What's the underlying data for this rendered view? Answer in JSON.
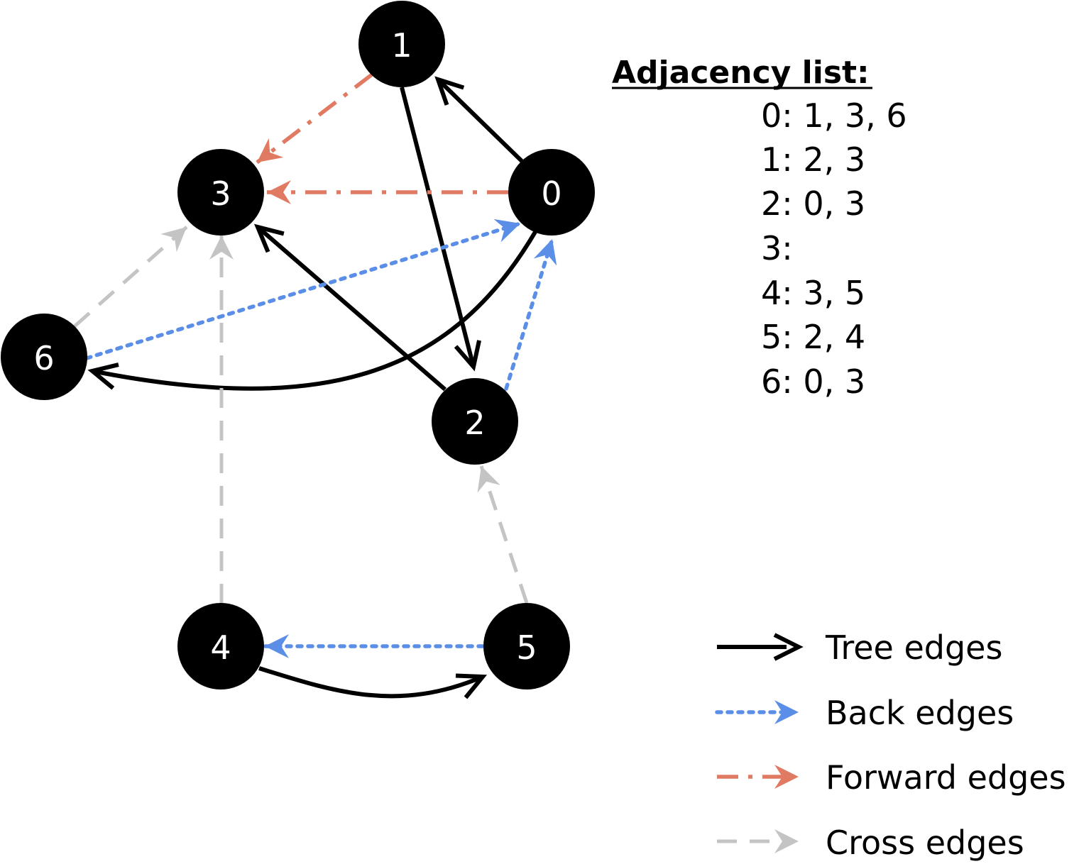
{
  "colors": {
    "tree": "#000000",
    "back": "#5b8ee6",
    "forward": "#e07a63",
    "cross": "#c4c4c4",
    "node_fill": "#000000",
    "node_text": "#ffffff"
  },
  "adjacency": {
    "title": "Adjacency list:",
    "rows": [
      "0: 1, 3, 6",
      "1: 2, 3",
      "2: 0, 3",
      "3:",
      "4: 3, 5",
      "5: 2, 4",
      "6: 0, 3"
    ]
  },
  "nodes": [
    {
      "id": "0",
      "label": "0"
    },
    {
      "id": "1",
      "label": "1"
    },
    {
      "id": "2",
      "label": "2"
    },
    {
      "id": "3",
      "label": "3"
    },
    {
      "id": "4",
      "label": "4"
    },
    {
      "id": "5",
      "label": "5"
    },
    {
      "id": "6",
      "label": "6"
    }
  ],
  "edges": [
    {
      "from": "0",
      "to": "1",
      "type": "tree"
    },
    {
      "from": "1",
      "to": "2",
      "type": "tree"
    },
    {
      "from": "2",
      "to": "3",
      "type": "tree"
    },
    {
      "from": "0",
      "to": "6",
      "type": "tree"
    },
    {
      "from": "4",
      "to": "5",
      "type": "tree"
    },
    {
      "from": "2",
      "to": "0",
      "type": "back"
    },
    {
      "from": "6",
      "to": "0",
      "type": "back"
    },
    {
      "from": "5",
      "to": "4",
      "type": "back"
    },
    {
      "from": "1",
      "to": "3",
      "type": "forward"
    },
    {
      "from": "0",
      "to": "3",
      "type": "forward"
    },
    {
      "from": "6",
      "to": "3",
      "type": "cross"
    },
    {
      "from": "4",
      "to": "3",
      "type": "cross"
    },
    {
      "from": "5",
      "to": "2",
      "type": "cross"
    }
  ],
  "legend": {
    "tree": "Tree edges",
    "back": "Back edges",
    "forward": "Forward edges",
    "cross": "Cross edges"
  }
}
